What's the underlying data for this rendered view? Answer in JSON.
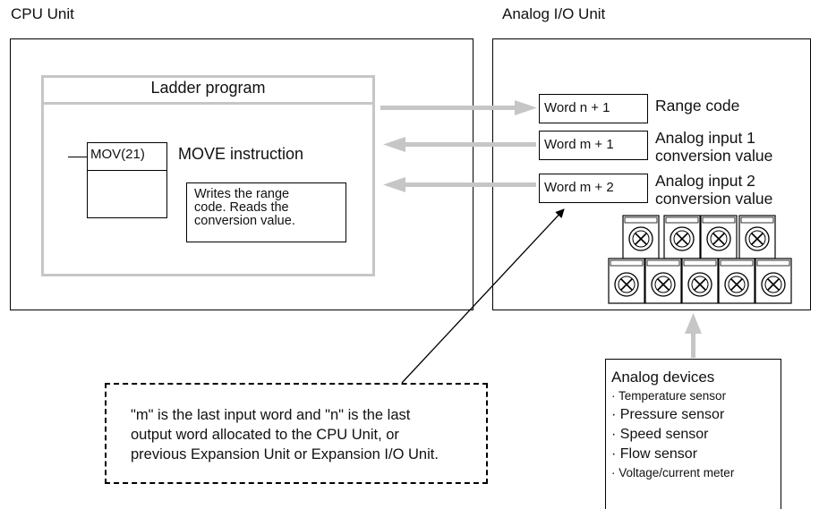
{
  "cpu_unit": {
    "label": "CPU Unit",
    "ladder_program": "Ladder program",
    "mov_label": "MOV(21)",
    "move_instruction": "MOVE instruction",
    "writes_note": [
      "Writes the range",
      "code. Reads the",
      "conversion value."
    ]
  },
  "analog_io_unit": {
    "label": "Analog I/O Unit",
    "words": [
      {
        "word": "Word n + 1",
        "desc": [
          "Range code"
        ]
      },
      {
        "word": "Word m + 1",
        "desc": [
          "Analog input 1",
          "conversion value"
        ]
      },
      {
        "word": "Word m + 2",
        "desc": [
          "Analog input 2",
          "conversion value"
        ]
      }
    ],
    "terminal_icons": "terminal-screw-icon"
  },
  "note": {
    "lines": [
      "\"m\" is the last input word and \"n\" is the last",
      "output word allocated to the CPU Unit, or",
      "previous Expansion Unit or Expansion I/O Unit."
    ]
  },
  "analog_devices": {
    "title": "Analog devices",
    "items": [
      "· Temperature sensor",
      "· Pressure sensor",
      "· Speed sensor",
      "· Flow sensor",
      "· Voltage/current meter"
    ]
  },
  "colors": {
    "gray_frame": "#c6c6c6",
    "arrow_gray": "#c6c6c6",
    "line": "#000000"
  }
}
